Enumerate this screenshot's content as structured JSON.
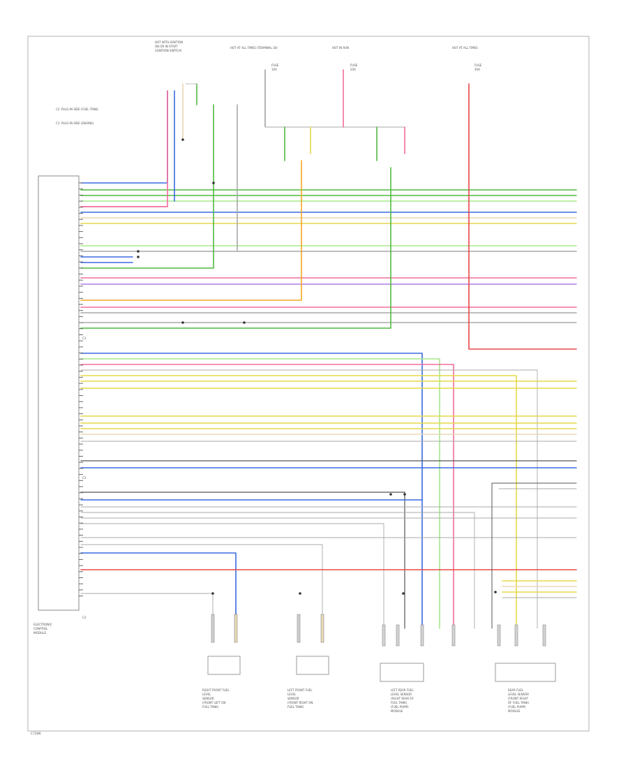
{
  "diagram": {
    "footer_code": "C7286",
    "module": {
      "name_lines": [
        "ELECTRONIC",
        "CONTROL",
        "MODULE"
      ],
      "connector_labels": [
        "C1",
        "C2",
        "C3"
      ]
    },
    "legend": [
      "C2: PLUG-IN SIDE (FUEL TANK)",
      "C1: PLUG-IN SIDE (ENGINE)"
    ],
    "components": [
      {
        "lines": [
          "RIGHT FRONT FUEL",
          "LEVEL",
          "SENSOR",
          "(FRONT LEFT ON",
          "FUEL TANK)"
        ]
      },
      {
        "lines": [
          "LEFT FRONT FUEL",
          "LEVEL",
          "SENSOR",
          "(FRONT RIGHT ON",
          "FUEL TANK)"
        ]
      },
      {
        "lines": [
          "LEFT REAR FUEL",
          "LEVEL SENSOR",
          "(RIGHT REAR OF",
          "FUEL TANK)",
          "(FUEL PUMP)",
          "MODULE"
        ]
      },
      {
        "lines": [
          "REAR FUEL",
          "LEVEL SENSOR",
          "(FRONT RIGHT",
          "OF FUEL TANK)",
          "(FUEL PUMP)",
          "MODULE"
        ]
      }
    ],
    "power_sources": [
      {
        "lines": [
          "HOT WITH IGNITION",
          "ON OR IN START",
          "(IGNITION SWITCH)"
        ]
      },
      {
        "lines": [
          "HOT AT ALL TIMES (TERMINAL 30)"
        ]
      },
      {
        "lines": [
          "HOT IN RUN"
        ]
      },
      {
        "lines": [
          "HOT AT ALL TIMES"
        ]
      }
    ],
    "fuses": [
      {
        "lines": [
          "FUSE",
          "10A"
        ]
      },
      {
        "lines": [
          "FUSE",
          "20A"
        ]
      },
      {
        "lines": [
          "FUSE",
          "30A"
        ]
      }
    ],
    "wire_colors": {
      "green": "#4fba3f",
      "blue": "#3a6ae0",
      "pink": "#f26d9b",
      "orange": "#f5a623",
      "yellow": "#e5d84a",
      "red": "#e84848",
      "grey": "#a8a8a8",
      "purple": "#b27de8",
      "lightgreen": "#a6e88c",
      "beige": "#e8d9b5",
      "black": "#555555"
    }
  }
}
